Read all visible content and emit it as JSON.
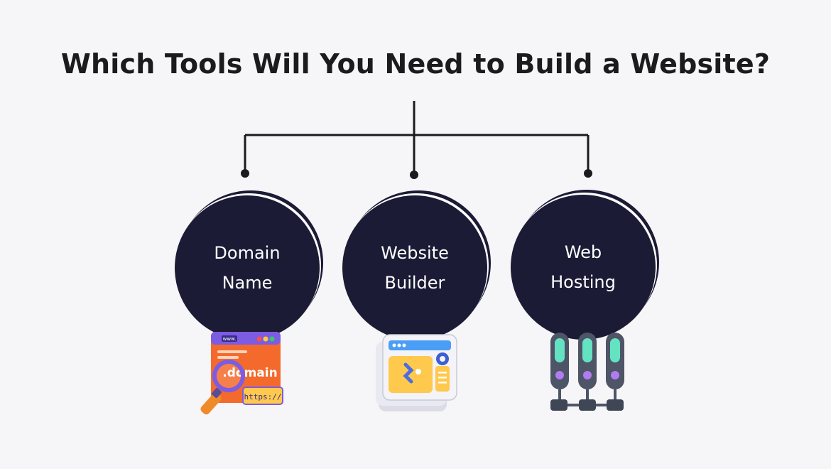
{
  "title": "Which Tools Will You Need to Build a Website?",
  "nodes": [
    {
      "label": "Domain\nName",
      "icon": "domain-search-icon",
      "icon_text": ".domain",
      "icon_sub": "https://",
      "icon_top": "www."
    },
    {
      "label": "Website\nBuilder",
      "icon": "website-builder-icon"
    },
    {
      "label": "Web\nHosting",
      "icon": "server-hosting-icon"
    }
  ],
  "colors": {
    "background": "#f6f6f8",
    "node_fill": "#1b1b36",
    "title": "#1a1a1f",
    "accent_orange": "#f26b2b",
    "accent_purple": "#7b5ce0",
    "accent_teal": "#64e3c3"
  }
}
